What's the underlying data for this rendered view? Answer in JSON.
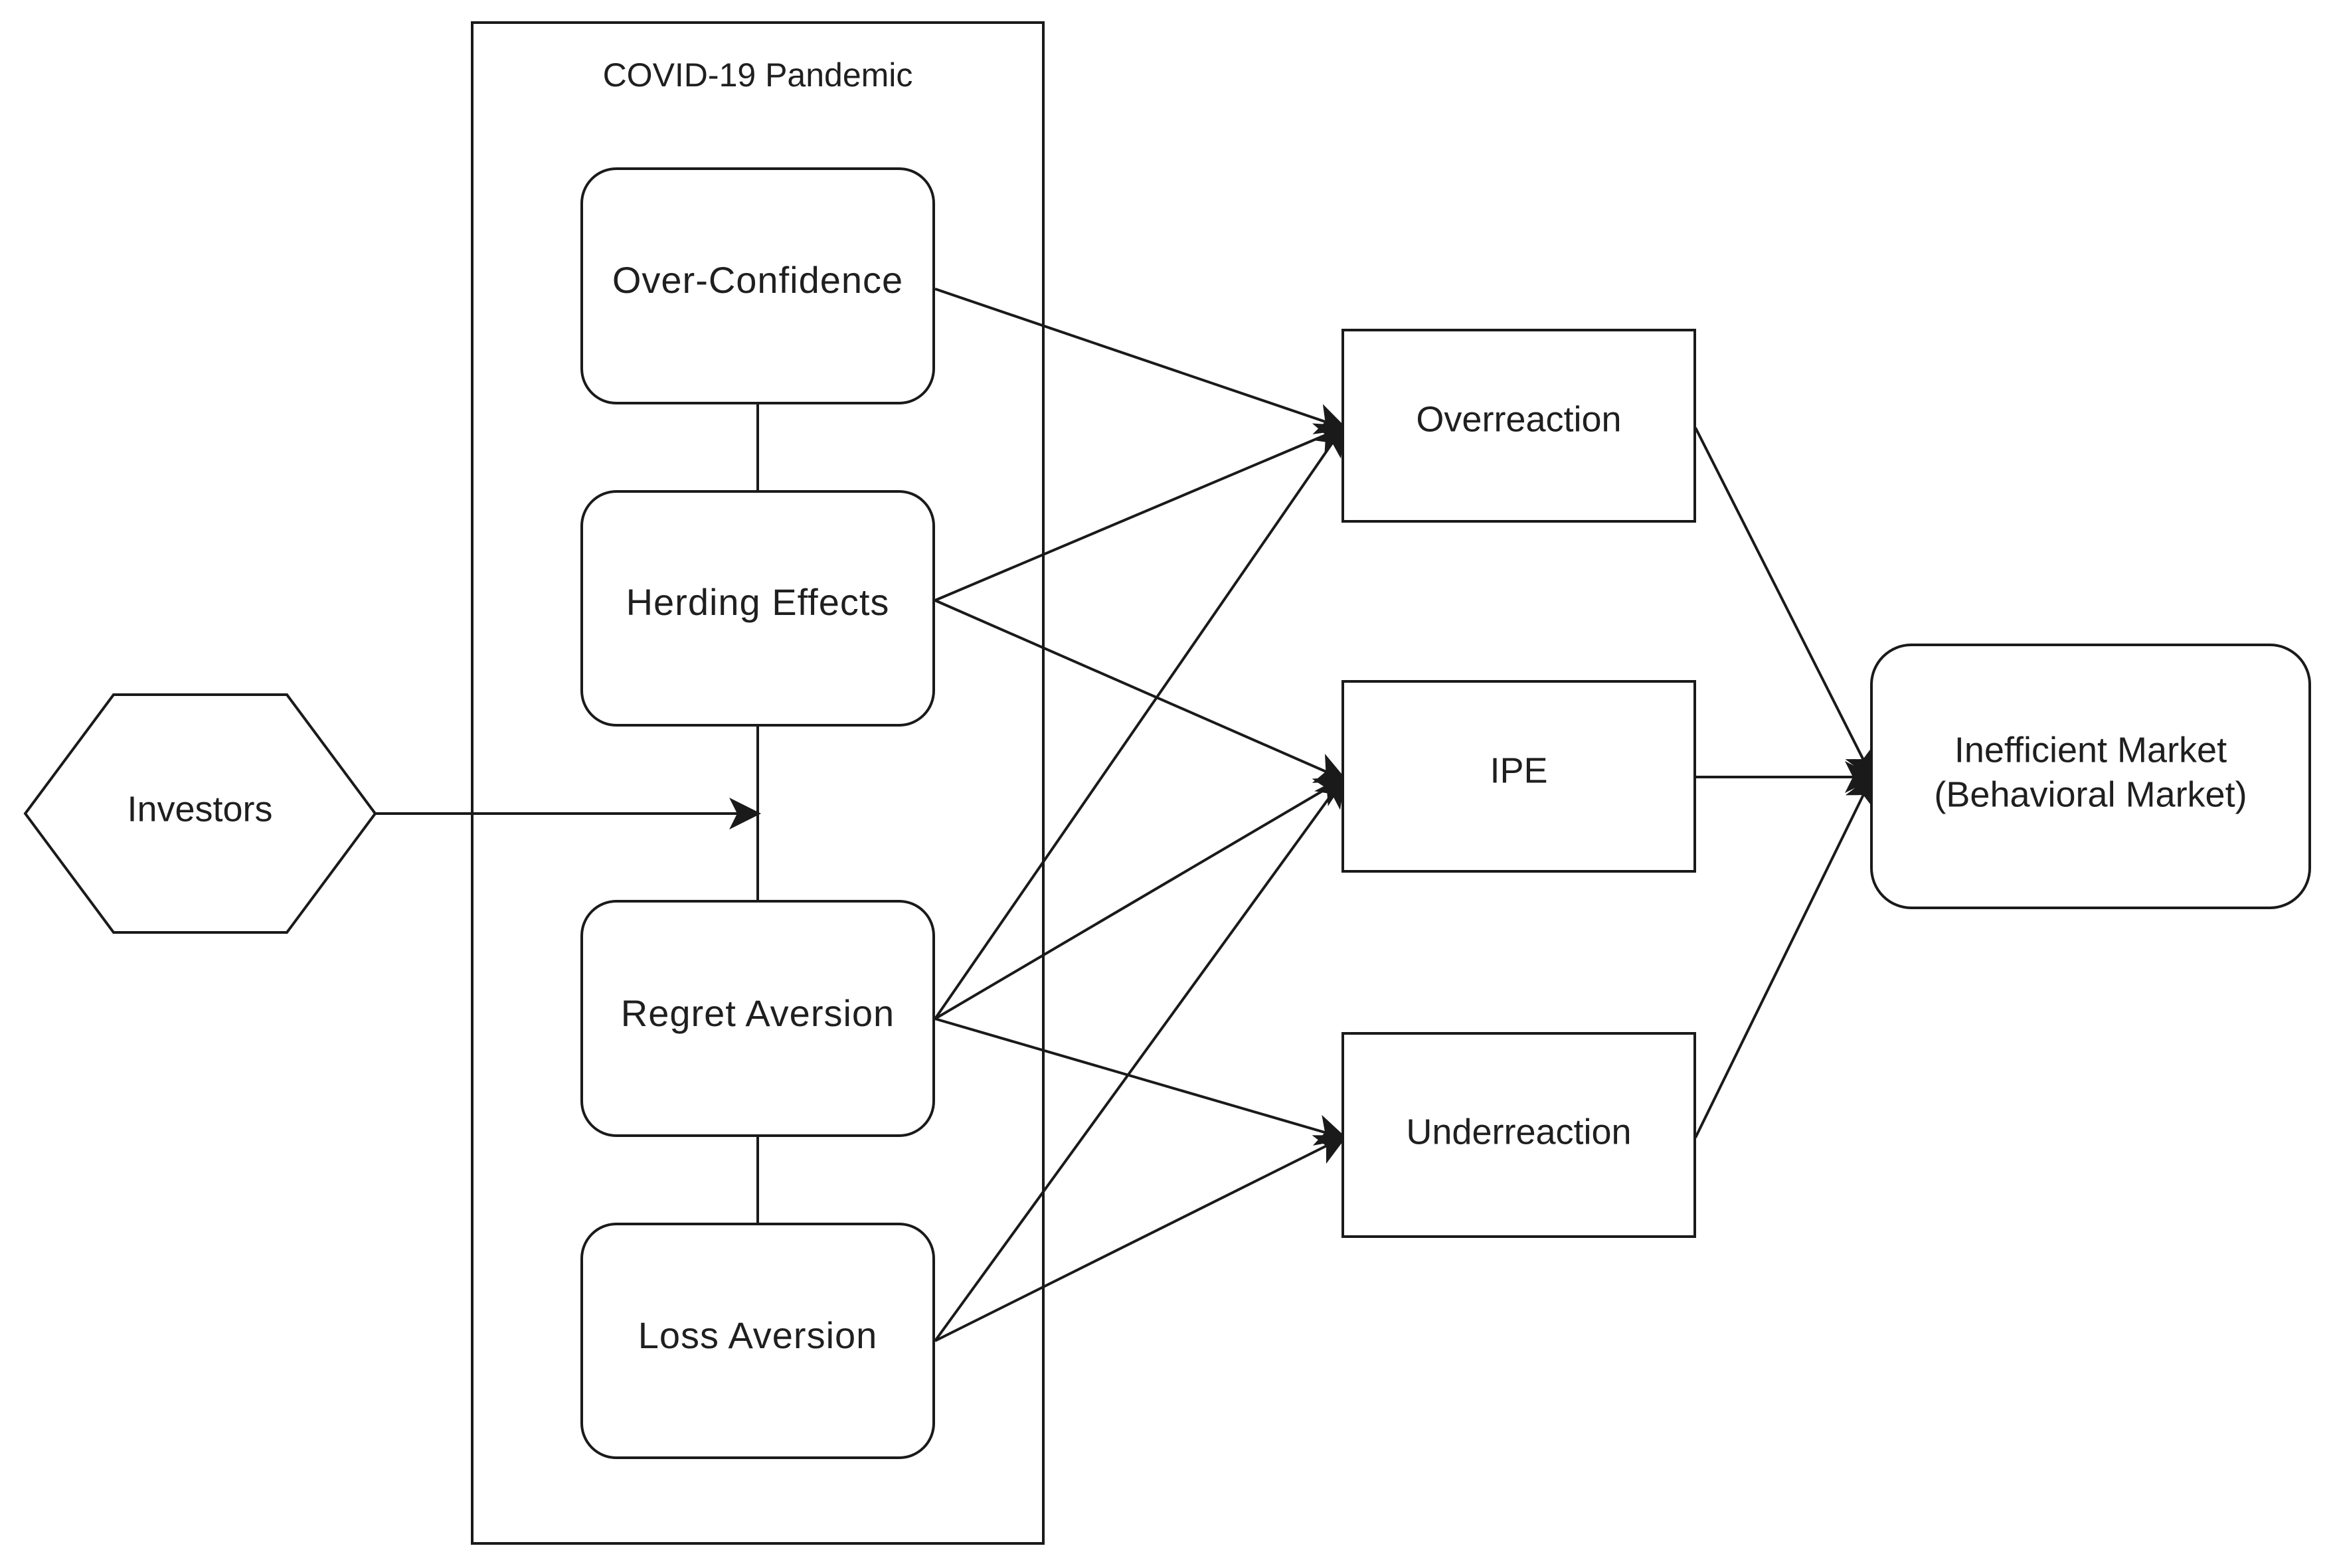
{
  "diagram": {
    "container": {
      "label": "COVID-19 Pandemic"
    },
    "investors": {
      "label": "Investors"
    },
    "biases": {
      "over_confidence": "Over-Confidence",
      "herding_effects": "Herding Effects",
      "regret_aversion": "Regret Aversion",
      "loss_aversion": "Loss Aversion"
    },
    "reactions": {
      "overreaction": "Overreaction",
      "ipe": "IPE",
      "underreaction": "Underreaction"
    },
    "outcome": {
      "line1": "Inefficient Market",
      "line2": "(Behavioral Market)"
    },
    "edges": [
      {
        "from": "Investors",
        "to": "COVID-19 Pandemic"
      },
      {
        "from": "Over-Confidence",
        "to": "Overreaction"
      },
      {
        "from": "Herding Effects",
        "to": "Overreaction"
      },
      {
        "from": "Herding Effects",
        "to": "IPE"
      },
      {
        "from": "Regret Aversion",
        "to": "Overreaction"
      },
      {
        "from": "Regret Aversion",
        "to": "IPE"
      },
      {
        "from": "Regret Aversion",
        "to": "Underreaction"
      },
      {
        "from": "Loss Aversion",
        "to": "IPE"
      },
      {
        "from": "Loss Aversion",
        "to": "Underreaction"
      },
      {
        "from": "Overreaction",
        "to": "Inefficient Market"
      },
      {
        "from": "IPE",
        "to": "Inefficient Market"
      },
      {
        "from": "Underreaction",
        "to": "Inefficient Market"
      }
    ]
  }
}
